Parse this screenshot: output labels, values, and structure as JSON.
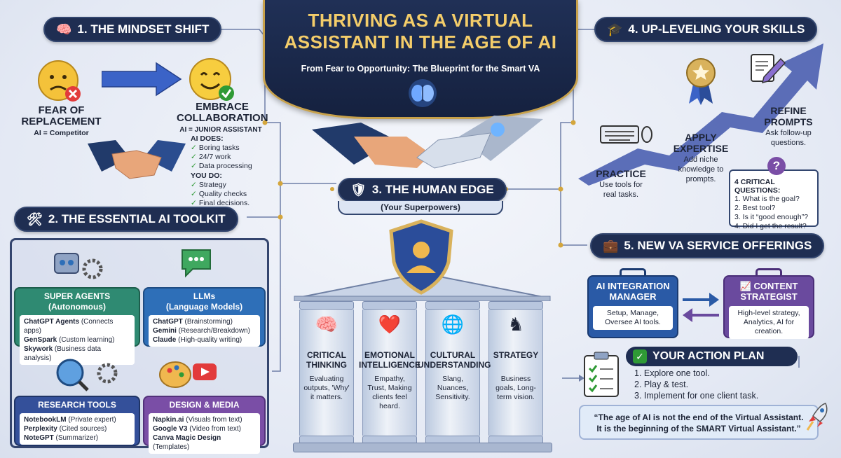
{
  "header": {
    "title_line1": "THRIVING AS A VIRTUAL",
    "title_line2": "ASSISTANT IN THE AGE OF AI",
    "subtitle": "From Fear to Opportunity: The Blueprint for the Smart VA"
  },
  "section1": {
    "label": "1. THE MINDSET SHIFT",
    "fear_title": "FEAR OF REPLACEMENT",
    "fear_sub": "AI = Competitor",
    "embrace_title": "EMBRACE COLLABORATION",
    "embrace_sub": "AI = JUNIOR ASSISTANT",
    "ai_does_label": "AI DOES:",
    "ai_does": [
      "Boring tasks",
      "24/7 work",
      "Data processing"
    ],
    "you_do_label": "YOU DO:",
    "you_do": [
      "Strategy",
      "Quality checks",
      "Final decisions."
    ]
  },
  "section2": {
    "label": "2. THE ESSENTIAL AI TOOLKIT",
    "cards": [
      {
        "title": "SUPER AGENTS",
        "sub": "(Autonomous)",
        "color": "#2f8a72",
        "items": [
          {
            "name": "ChatGPT Agents",
            "desc": " (Connects apps)"
          },
          {
            "name": "GenSpark",
            "desc": " (Custom learning)"
          },
          {
            "name": "Skywork",
            "desc": " (Business data analysis)"
          }
        ]
      },
      {
        "title": "LLMs",
        "sub": "(Language Models)",
        "color": "#2e6fb8",
        "items": [
          {
            "name": "ChatGPT",
            "desc": " (Brainstorming)"
          },
          {
            "name": "Gemini",
            "desc": " (Research/Breakdown)"
          },
          {
            "name": "Claude",
            "desc": " (High-quality writing)"
          }
        ]
      },
      {
        "title": "RESEARCH TOOLS",
        "sub": "",
        "color": "#34509a",
        "items": [
          {
            "name": "NotebookLM",
            "desc": " (Private expert)"
          },
          {
            "name": "Perplexity",
            "desc": " (Cited sources)"
          },
          {
            "name": "NoteGPT",
            "desc": " (Summarizer)"
          }
        ]
      },
      {
        "title": "DESIGN & MEDIA",
        "sub": "",
        "color": "#7a4ea6",
        "items": [
          {
            "name": "Napkin.ai",
            "desc": " (Visuals from text)"
          },
          {
            "name": "Google V3",
            "desc": " (Video from text)"
          },
          {
            "name": "Canva Magic Design",
            "desc": " (Templates)"
          }
        ]
      }
    ]
  },
  "section3": {
    "label": "3. THE HUMAN EDGE",
    "sub": "(Your Superpowers)",
    "pillars": [
      {
        "title": "CRITICAL THINKING",
        "desc": "Evaluating outputs, 'Why' it matters."
      },
      {
        "title": "EMOTIONAL INTELLIGENCE",
        "desc": "Empathy, Trust, Making clients feel heard."
      },
      {
        "title": "CULTURAL UNDERSTANDING",
        "desc": "Slang, Nuances, Sensitivity."
      },
      {
        "title": "STRATEGY",
        "desc": "Business goals, Long-term vision."
      }
    ]
  },
  "section4": {
    "label": "4. UP-LEVELING YOUR SKILLS",
    "steps": [
      {
        "title": "PRACTICE",
        "desc": "Use tools for real tasks."
      },
      {
        "title": "APPLY EXPERTISE",
        "desc": "Add niche knowledge to prompts."
      },
      {
        "title": "REFINE PROMPTS",
        "desc": "Ask follow-up questions."
      }
    ],
    "questions_title": "4 CRITICAL QUESTIONS:",
    "questions": [
      "1. What is the goal?",
      "2. Best tool?",
      "3. Is it “good enough”?",
      "4. Did I get the result?"
    ]
  },
  "section5": {
    "label": "5. NEW VA SERVICE OFFERINGS",
    "services": [
      {
        "title": "AI INTEGRATION MANAGER",
        "desc": "Setup, Manage, Oversee AI tools.",
        "color": "#2a5aa6"
      },
      {
        "title": "CONTENT STRATEGIST",
        "desc": "High-level strategy, Analytics, AI for creation.",
        "color": "#6a4a9e"
      }
    ]
  },
  "action": {
    "label": "YOUR ACTION PLAN",
    "items": [
      "1. Explore one tool.",
      "2. Play & test.",
      "3. Implement for one client task."
    ],
    "quote_line1": "“The age of AI is not the end of the Virtual Assistant.",
    "quote_line2": "It is the beginning of the SMART Virtual Assistant.”"
  },
  "colors": {
    "navy": "#1f2e52",
    "gold": "#c7a14b"
  }
}
